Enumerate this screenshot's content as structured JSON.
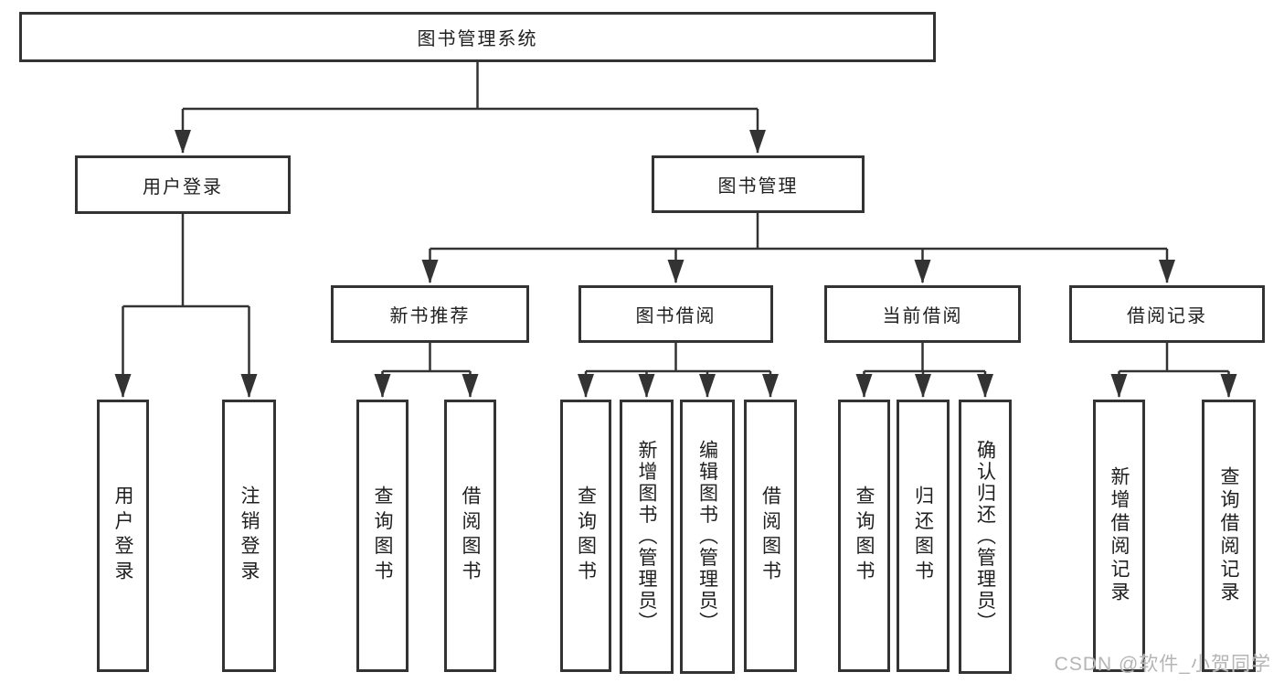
{
  "diagram": {
    "type": "hierarchy-tree",
    "title": "图书管理系统"
  },
  "nodes": {
    "root": "图书管理系统",
    "user_login_branch": "用户登录",
    "book_management": "图书管理",
    "new_book_recommend": "新书推荐",
    "book_borrowing": "图书借阅",
    "current_borrowing": "当前借阅",
    "borrowing_records": "借阅记录",
    "leaf_user_login": "用户登录",
    "leaf_logout_login": "注销登录",
    "leaf_query_books_a": "查询图书",
    "leaf_borrow_books_a": "借阅图书",
    "leaf_query_books_b": "查询图书",
    "leaf_add_books_admin": "新增图书（管理员）",
    "leaf_edit_books_admin": "编辑图书（管理员）",
    "leaf_borrow_books_b": "借阅图书",
    "leaf_query_books_c": "查询图书",
    "leaf_return_books": "归还图书",
    "leaf_confirm_return_admin": "确认归还（管理员）",
    "leaf_add_borrow_record": "新增借阅记录",
    "leaf_query_borrow_record": "查询借阅记录"
  },
  "edges": [
    [
      "root",
      "user_login_branch"
    ],
    [
      "root",
      "book_management"
    ],
    [
      "user_login_branch",
      "leaf_user_login"
    ],
    [
      "user_login_branch",
      "leaf_logout_login"
    ],
    [
      "book_management",
      "new_book_recommend"
    ],
    [
      "book_management",
      "book_borrowing"
    ],
    [
      "book_management",
      "current_borrowing"
    ],
    [
      "book_management",
      "borrowing_records"
    ],
    [
      "new_book_recommend",
      "leaf_query_books_a"
    ],
    [
      "new_book_recommend",
      "leaf_borrow_books_a"
    ],
    [
      "book_borrowing",
      "leaf_query_books_b"
    ],
    [
      "book_borrowing",
      "leaf_add_books_admin"
    ],
    [
      "book_borrowing",
      "leaf_edit_books_admin"
    ],
    [
      "book_borrowing",
      "leaf_borrow_books_b"
    ],
    [
      "current_borrowing",
      "leaf_query_books_c"
    ],
    [
      "current_borrowing",
      "leaf_return_books"
    ],
    [
      "current_borrowing",
      "leaf_confirm_return_admin"
    ],
    [
      "borrowing_records",
      "leaf_add_borrow_record"
    ],
    [
      "borrowing_records",
      "leaf_query_borrow_record"
    ]
  ],
  "watermark": "CSDN @软件_小贺同学",
  "colors": {
    "line": "#333333",
    "box_border": "#333333",
    "box_fill": "#ffffff",
    "text": "#1f1f1f",
    "watermark": "#b5b5b5",
    "background": "#ffffff"
  }
}
